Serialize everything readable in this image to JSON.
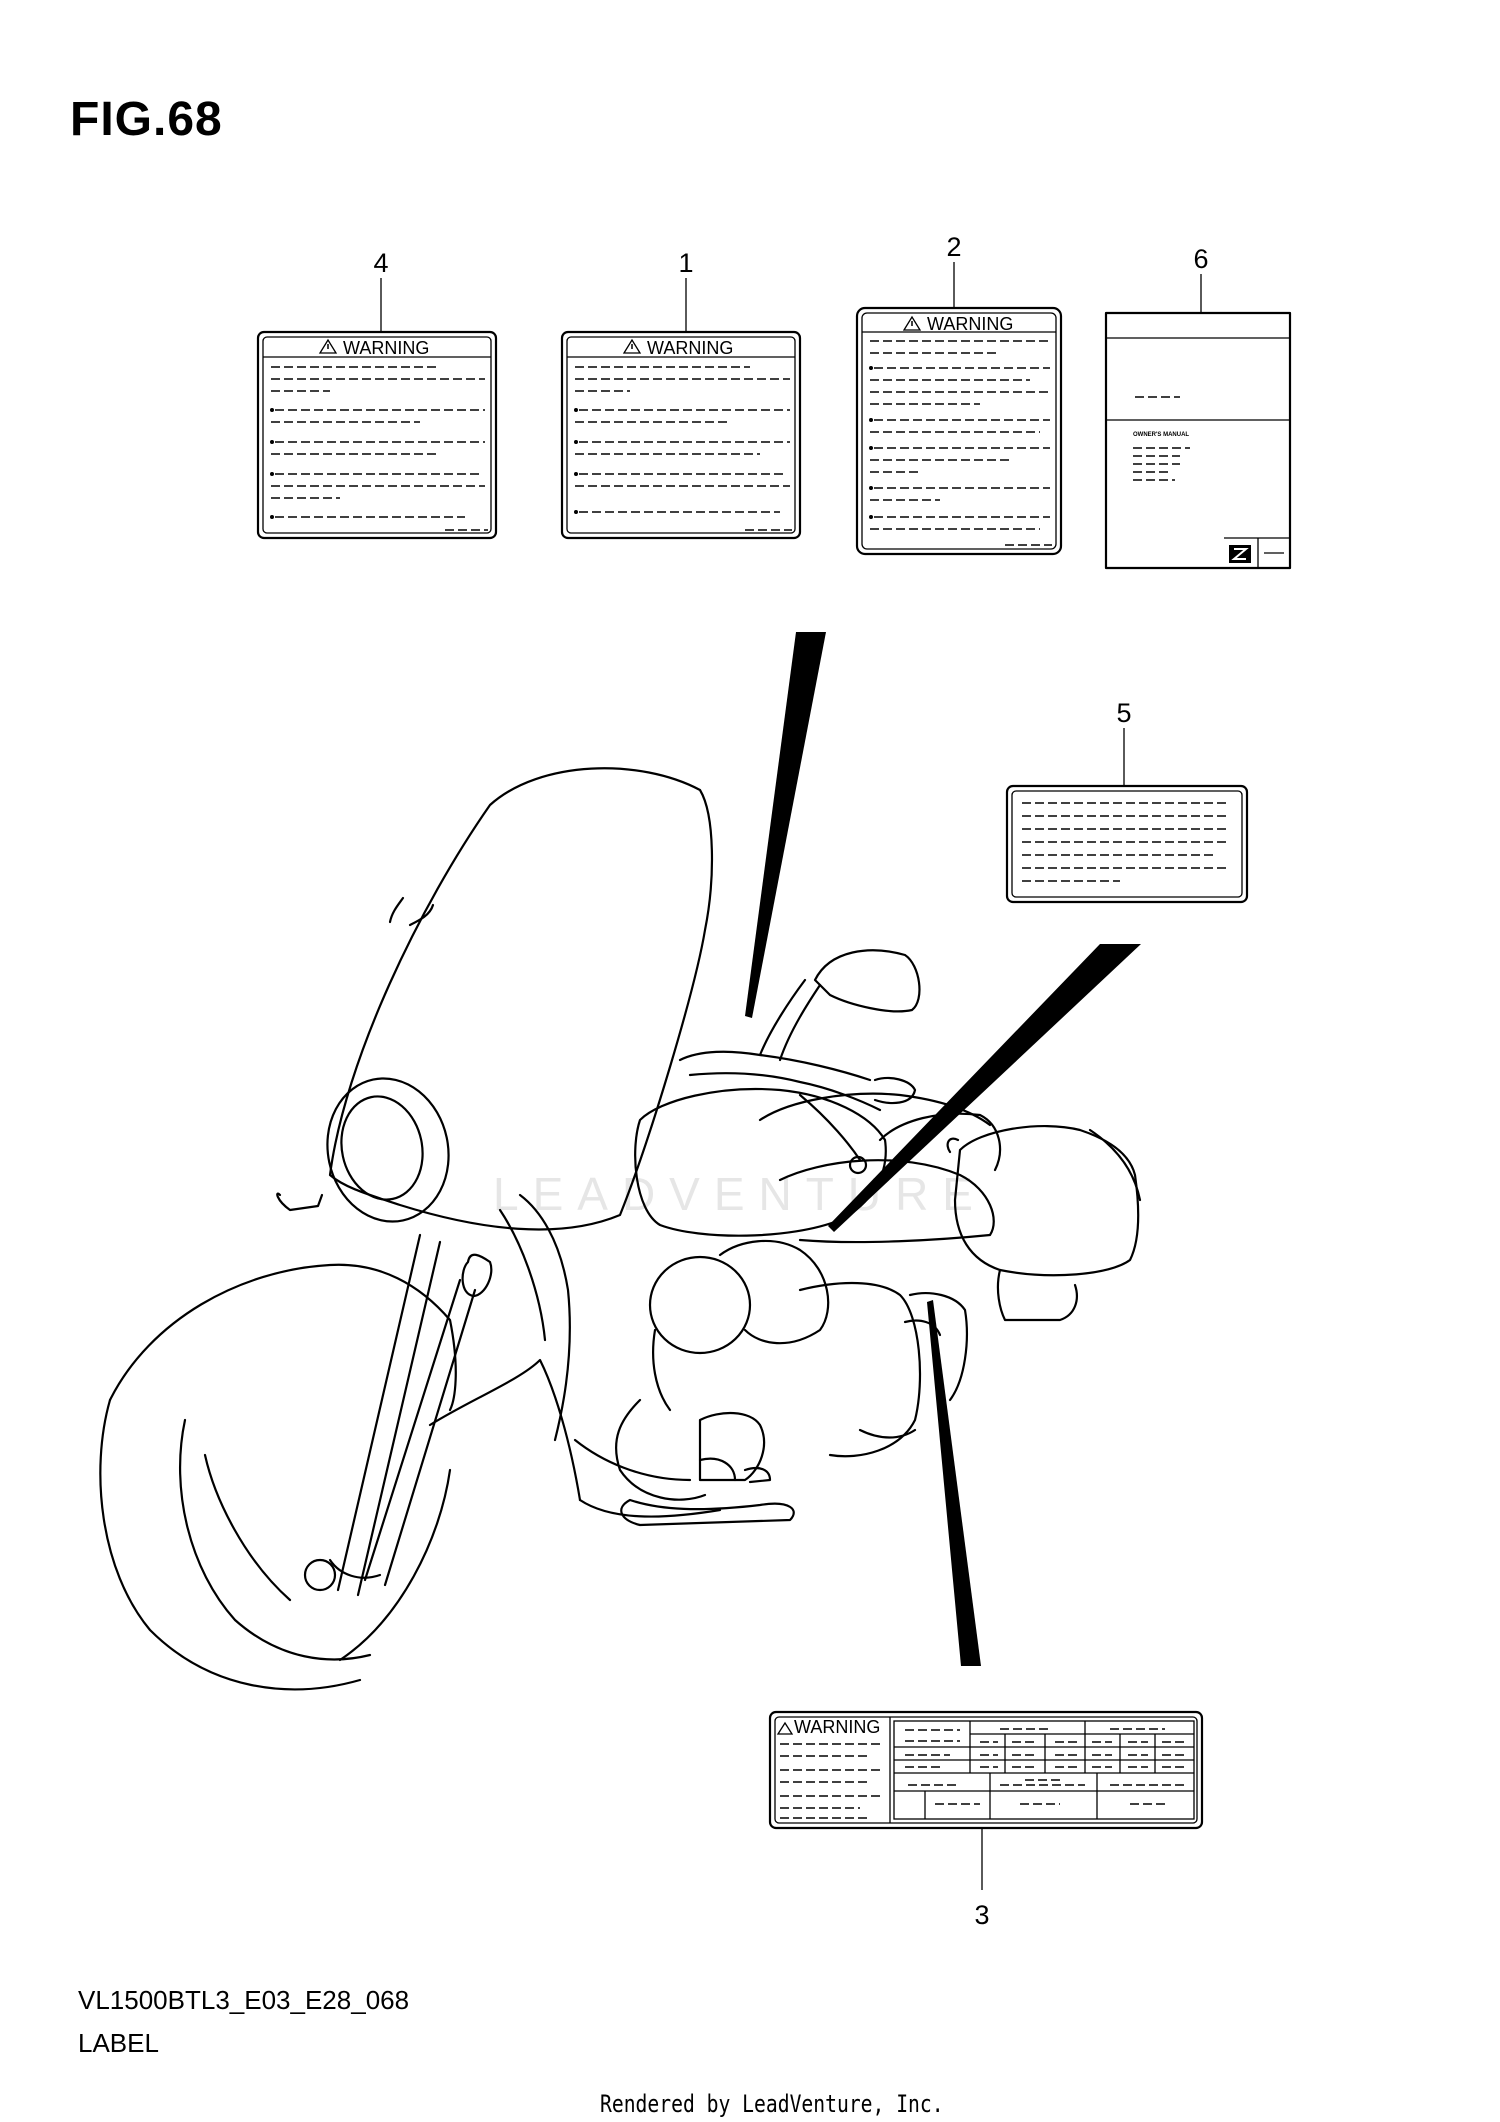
{
  "figure": {
    "title": "FIG.68",
    "model_code": "VL1500BTL3_E03_E28_068",
    "section": "LABEL",
    "credit": "Rendered by LeadVenture, Inc.",
    "watermark": "LEADVENTURE"
  },
  "callouts": [
    "4",
    "1",
    "2",
    "6",
    "5",
    "3"
  ],
  "labels": {
    "warning_heading": "WARNING",
    "owners_manual_text": "OWNER'S MANUAL"
  },
  "icons": [
    "warning-triangle-icon",
    "brand-logo-icon"
  ]
}
